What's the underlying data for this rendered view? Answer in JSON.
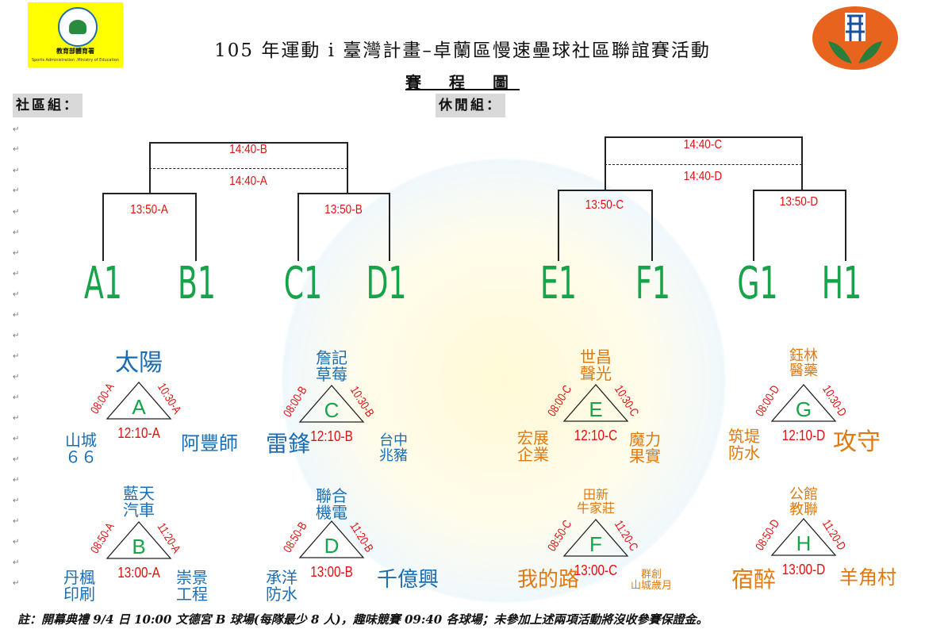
{
  "header": {
    "title": "105 年運動 i 臺灣計畫–卓蘭區慢速壘球社區聯誼賽活動",
    "subtitle": "賽 程 圖",
    "left_logo": {
      "text": "教育部體育署",
      "subtext": "Sports Administration ,Ministry of Education"
    }
  },
  "groups": {
    "community": "社區組：",
    "leisure": "休閒組："
  },
  "brackets": {
    "final_left_top": "14:40-B",
    "final_left_bottom": "14:40-A",
    "final_right_top": "14:40-C",
    "final_right_bottom": "14:40-D",
    "semi_a": "13:50-A",
    "semi_b": "13:50-B",
    "semi_c": "13:50-C",
    "semi_d": "13:50-D"
  },
  "slots": [
    "A1",
    "B1",
    "C1",
    "D1",
    "E1",
    "F1",
    "G1",
    "H1"
  ],
  "pools": {
    "A": {
      "letter": "A",
      "top_team": "太陽",
      "left_time": "08:00-A",
      "right_time": "10:30-A",
      "bottom_time": "12:10-A",
      "bl_team": [
        "山城",
        "６６"
      ],
      "br_team": "阿豐師"
    },
    "B": {
      "letter": "B",
      "top_team": [
        "藍天",
        "汽車"
      ],
      "left_time": "08:50-A",
      "right_time": "11:20-A",
      "bottom_time": "13:00-A",
      "bl_team": [
        "丹楓",
        "印刷"
      ],
      "br_team": [
        "崇景",
        "工程"
      ]
    },
    "C": {
      "letter": "C",
      "top_team": [
        "詹記",
        "草莓"
      ],
      "left_time": "08:00-B",
      "right_time": "10:30-B",
      "bottom_time": "12:10-B",
      "bl_team": "雷鋒",
      "br_team": [
        "台中",
        "兆豬"
      ]
    },
    "D": {
      "letter": "D",
      "top_team": [
        "聯合",
        "機電"
      ],
      "left_time": "08:50-B",
      "right_time": "11:20-B",
      "bottom_time": "13:00-B",
      "bl_team": [
        "承洋",
        "防水"
      ],
      "br_team": "千億興"
    },
    "E": {
      "letter": "E",
      "top_team": [
        "世昌",
        "聲光"
      ],
      "left_time": "08:00-C",
      "right_time": "10:30-C",
      "bottom_time": "12:10-C",
      "bl_team": [
        "宏展",
        "企業"
      ],
      "br_team": [
        "魔力",
        "果實"
      ]
    },
    "F": {
      "letter": "F",
      "top_team": [
        "田新",
        "牛家莊"
      ],
      "left_time": "08:50-C",
      "right_time": "11:20-C",
      "bottom_time": "13:00-C",
      "bl_team": "我的路",
      "br_team": [
        "群創",
        "山城歲月"
      ]
    },
    "G": {
      "letter": "G",
      "top_team": [
        "鈺林",
        "醫藥"
      ],
      "left_time": "08:00-D",
      "right_time": "10:30-D",
      "bottom_time": "12:10-D",
      "bl_team": [
        "筑堤",
        "防水"
      ],
      "br_team": "攻守"
    },
    "H": {
      "letter": "H",
      "top_team": [
        "公館",
        "教聯"
      ],
      "left_time": "08:50-D",
      "right_time": "11:20-D",
      "bottom_time": "13:00-D",
      "bl_team": "宿醉",
      "br_team": "羊角村"
    }
  },
  "footer": "註：開幕典禮 9/4 日 10:00 文德宮 B 球場(每隊最少 8 人)，趣味競賽 09:40 各球場；未參加上述兩項活動將沒收參賽保證金。",
  "colors": {
    "slot": "#17a34a",
    "time": "#e01010",
    "team_blue": "#1a6db3",
    "team_orange": "#e07a10",
    "group_bg": "#d9d9d9",
    "logo_bg": "#ffff00"
  }
}
